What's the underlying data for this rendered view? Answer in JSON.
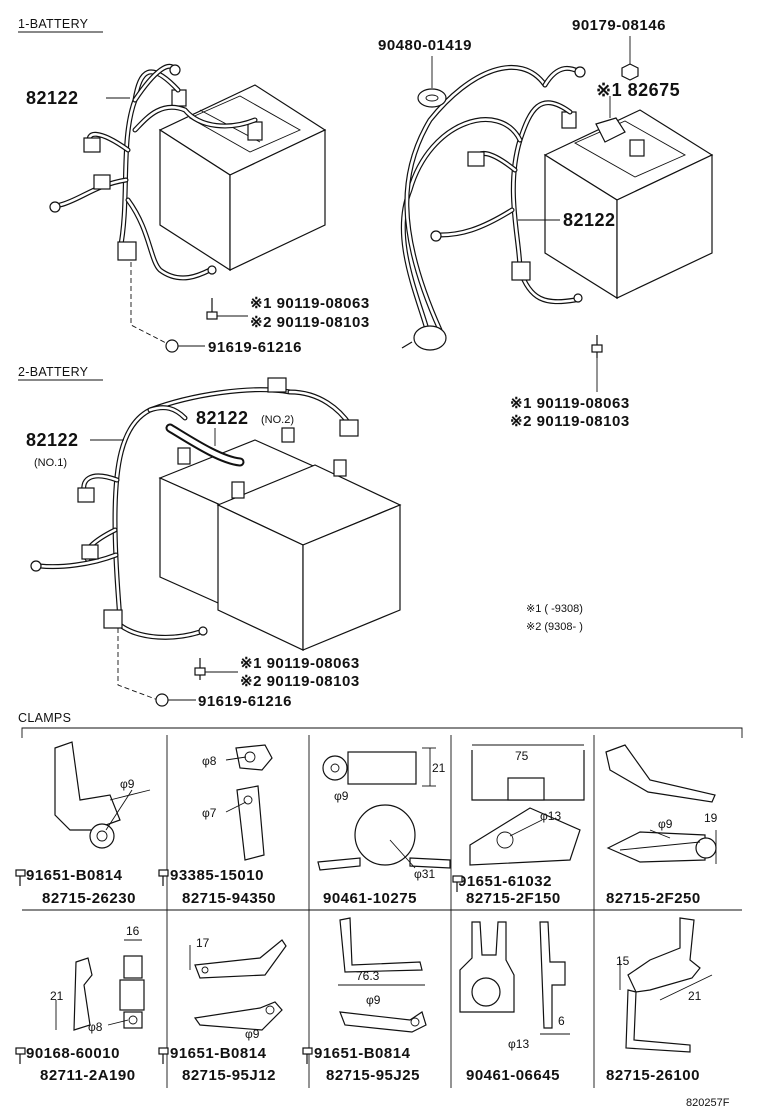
{
  "sections": {
    "one_battery": "1-BATTERY",
    "two_battery": "2-BATTERY",
    "clamps": "CLAMPS"
  },
  "one_battery_left": {
    "harness": "82122",
    "screw_1": "※1 90119-08063",
    "screw_2": "※2 90119-08103",
    "clip": "91619-61216"
  },
  "one_battery_right": {
    "grommet": "90480-01419",
    "nut": "90179-08146",
    "cover": "※1 82675",
    "harness": "82122",
    "screw_1": "※1 90119-08063",
    "screw_2": "※2 90119-08103"
  },
  "two_battery": {
    "harness_1": "82122",
    "harness_1_note": "(NO.1)",
    "harness_2": "82122",
    "harness_2_note": "(NO.2)",
    "screw_1": "※1 90119-08063",
    "screw_2": "※2 90119-08103",
    "clip": "91619-61216"
  },
  "legend": {
    "note_1": "※1 (      -9308)",
    "note_2": "※2 (9308-       )"
  },
  "clamps": [
    {
      "bolt": "91651-B0814",
      "part": "82715-26230",
      "dims": [
        "φ9"
      ]
    },
    {
      "bolt": "93385-15010",
      "part": "82715-94350",
      "dims": [
        "φ8",
        "φ7"
      ]
    },
    {
      "bolt": "",
      "part": "90461-10275",
      "dims": [
        "21",
        "φ9",
        "φ31"
      ]
    },
    {
      "bolt": "91651-61032",
      "part": "82715-2F150",
      "dims": [
        "75",
        "φ13"
      ]
    },
    {
      "bolt": "",
      "part": "82715-2F250",
      "dims": [
        "φ9",
        "19"
      ]
    },
    {
      "bolt": "90168-60010",
      "part": "82711-2A190",
      "dims": [
        "16",
        "21",
        "φ8"
      ]
    },
    {
      "bolt": "91651-B0814",
      "part": "82715-95J12",
      "dims": [
        "17",
        "φ9"
      ]
    },
    {
      "bolt": "91651-B0814",
      "part": "82715-95J25",
      "dims": [
        "76.3",
        "φ9"
      ]
    },
    {
      "bolt": "",
      "part": "90461-06645",
      "dims": [
        "φ13",
        "6"
      ]
    },
    {
      "bolt": "",
      "part": "82715-26100",
      "dims": [
        "15",
        "21"
      ]
    }
  ],
  "figure_code": "820257F"
}
